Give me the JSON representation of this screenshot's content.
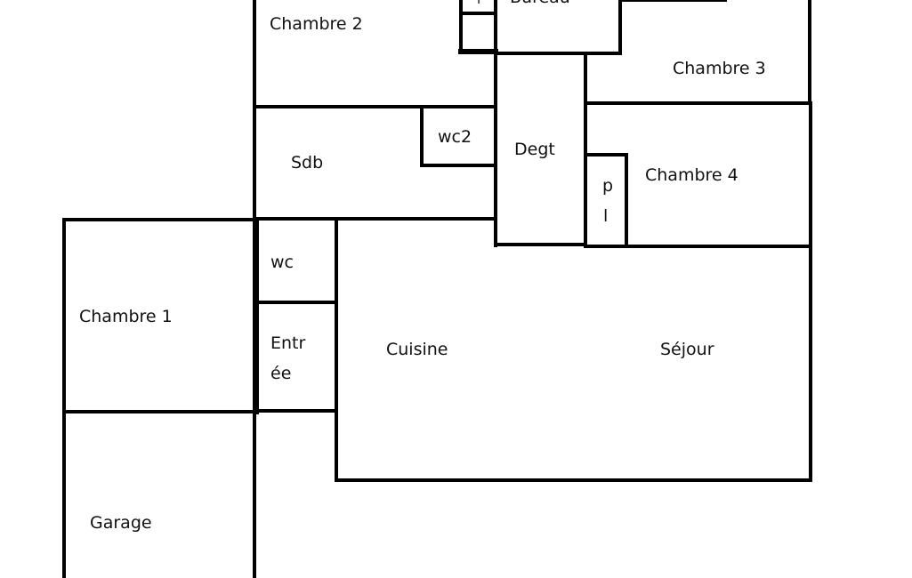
{
  "plan": {
    "rooms": {
      "chambre2": "Chambre 2",
      "bureau": "Bureau",
      "chambre3": "Chambre 3",
      "wc2": "wc2",
      "degt": "Degt",
      "sdb": "Sdb",
      "chambre4": "Chambre 4",
      "pl_line1": "p",
      "pl_line2": "l",
      "wc": "wc",
      "chambre1": "Chambre 1",
      "entree_line1": "Entr",
      "entree_line2": "ée",
      "cuisine": "Cuisine",
      "sejour": "Séjour",
      "garage": "Garage",
      "placard_top": "l"
    },
    "line_color": "#000000"
  }
}
